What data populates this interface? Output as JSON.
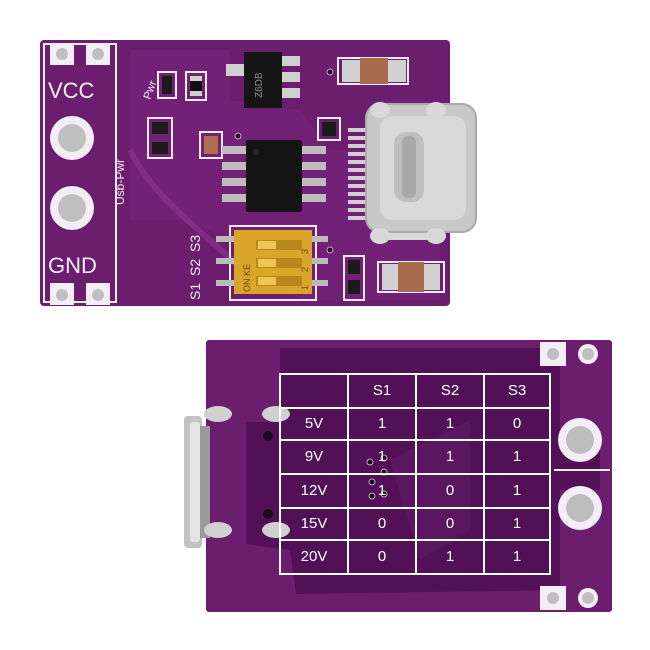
{
  "top_board": {
    "vcc_label": "VCC",
    "gnd_label": "GND",
    "pwr_label": "Pwr",
    "usb_pwr_label": "Usb-Pwr",
    "switch_labels": [
      "S1",
      "S2",
      "S3"
    ],
    "dip_on_label": "ON KE",
    "dip_numbers": [
      "1",
      "2",
      "3"
    ],
    "regulator_marking": "Z6DB"
  },
  "bottom_board": {
    "table": {
      "headers": [
        "",
        "S1",
        "S2",
        "S3"
      ],
      "rows": [
        [
          "5V",
          "1",
          "1",
          "0"
        ],
        [
          "9V",
          "1",
          "1",
          "1"
        ],
        [
          "12V",
          "1",
          "0",
          "1"
        ],
        [
          "15V",
          "0",
          "0",
          "1"
        ],
        [
          "20V",
          "0",
          "1",
          "1"
        ]
      ]
    }
  },
  "colors": {
    "pcb": "#6b1d6e",
    "pcb_dark": "#4e0f52",
    "silkscreen": "#f3eef5",
    "pad": "#c9c9c9",
    "dip_switch": "#d9a52a"
  }
}
